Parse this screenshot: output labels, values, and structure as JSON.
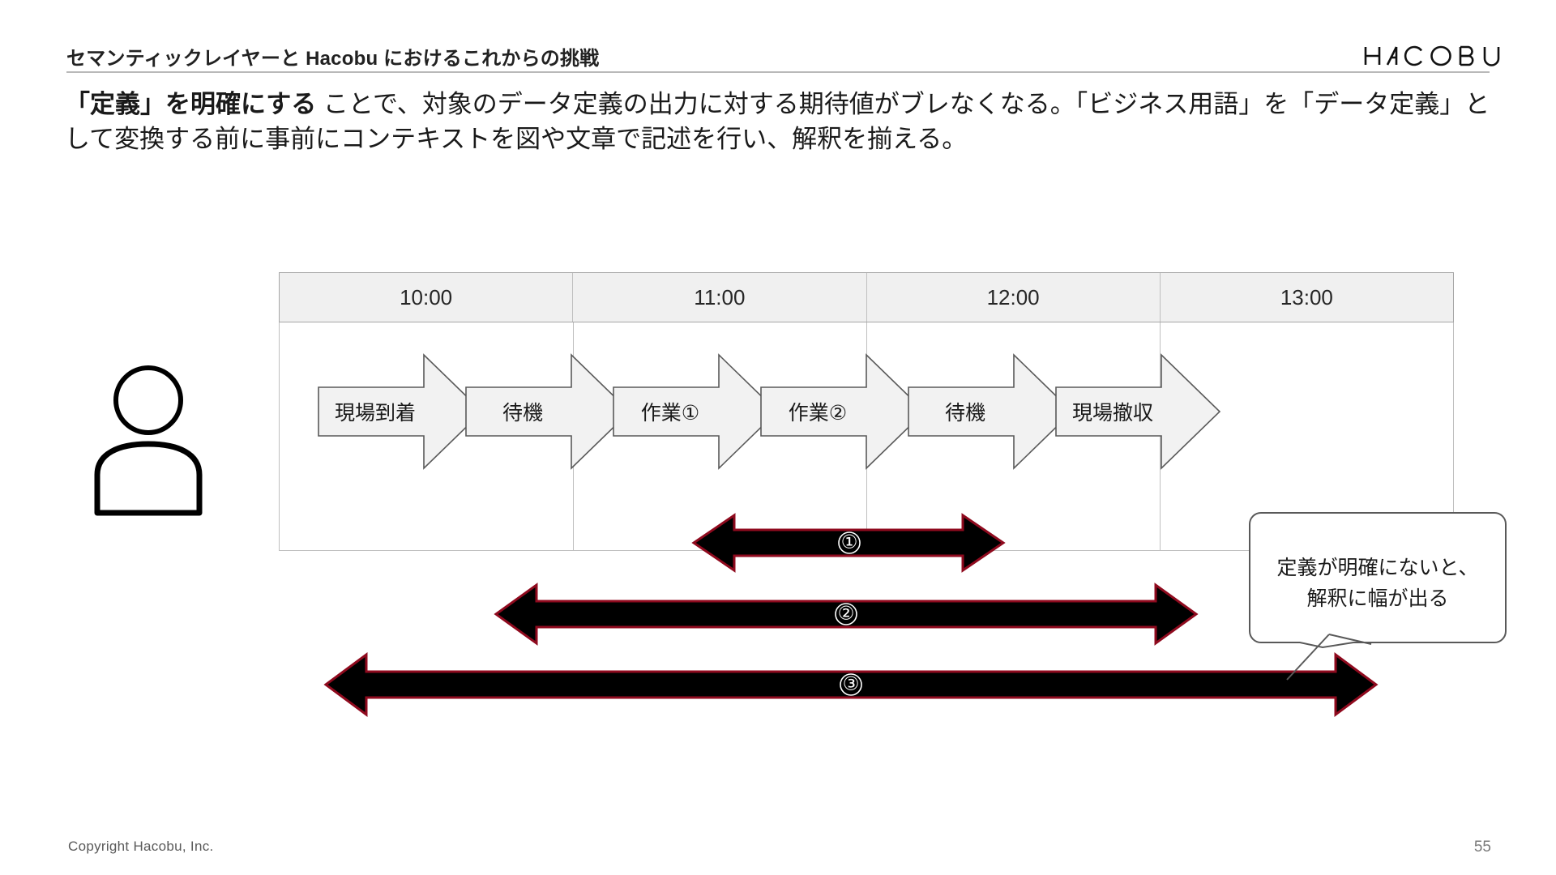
{
  "header": {
    "title": "セマンティックレイヤーと Hacobu におけるこれからの挑戦",
    "logo_text": "HACOBU",
    "logo_name": "hacobu-logo"
  },
  "subtitle": {
    "bold_part": "「定義」を明確にする",
    "rest_part": " ことで、対象のデータ定義の出力に対する期待値がブレなくなる。「ビジネス用語」を「データ定義」として変換する前に事前にコンテキストを図や文章で記述を行い、解釈を揃える。"
  },
  "diagram": {
    "actor_icon": "person-icon",
    "time_headers": [
      "10:00",
      "11:00",
      "12:00",
      "13:00"
    ],
    "process_steps": [
      {
        "label": "現場到着"
      },
      {
        "label": "待機"
      },
      {
        "label": "作業①"
      },
      {
        "label": "作業②"
      },
      {
        "label": "待機"
      },
      {
        "label": "現場撤収"
      }
    ],
    "span_arrows": [
      {
        "label": "①"
      },
      {
        "label": "②"
      },
      {
        "label": "③"
      }
    ],
    "callout": {
      "line1": "定義が明確にないと、",
      "line2": "解釈に幅が出る"
    }
  },
  "footer": {
    "copyright": "Copyright Hacobu, Inc.",
    "page_number": "55"
  },
  "colors": {
    "arrow_fill": "#000000",
    "arrow_stroke": "#8f0a1e",
    "chevron_fill": "#f2f2f2",
    "chevron_stroke": "#595959",
    "header_band": "#f0f0f0",
    "grid_line": "#bfbfbf",
    "text": "#1a1a1a"
  }
}
